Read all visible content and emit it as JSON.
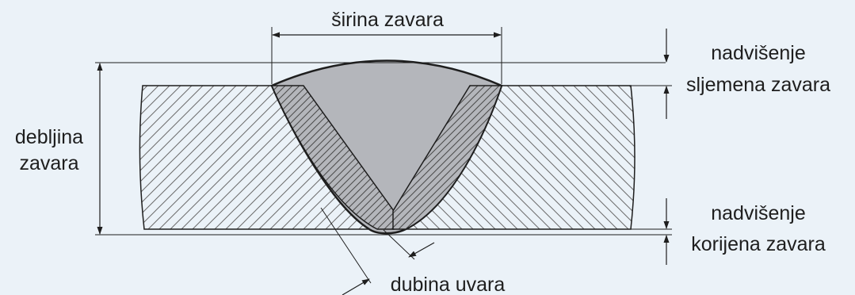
{
  "labels": {
    "weld_width": "širina zavara",
    "thickness_line1": "debljina",
    "thickness_line2": "zavara",
    "cap_line1": "nadvišenje",
    "cap_line2": "sljemena zavara",
    "root_line1": "nadvišenje",
    "root_line2": "korijena zavara",
    "penetration": "dubina uvara"
  },
  "colors": {
    "background": "#ebf2f8",
    "plate": "#ffffff",
    "weld": "#b4b6bb",
    "line": "#1e1e1e"
  }
}
